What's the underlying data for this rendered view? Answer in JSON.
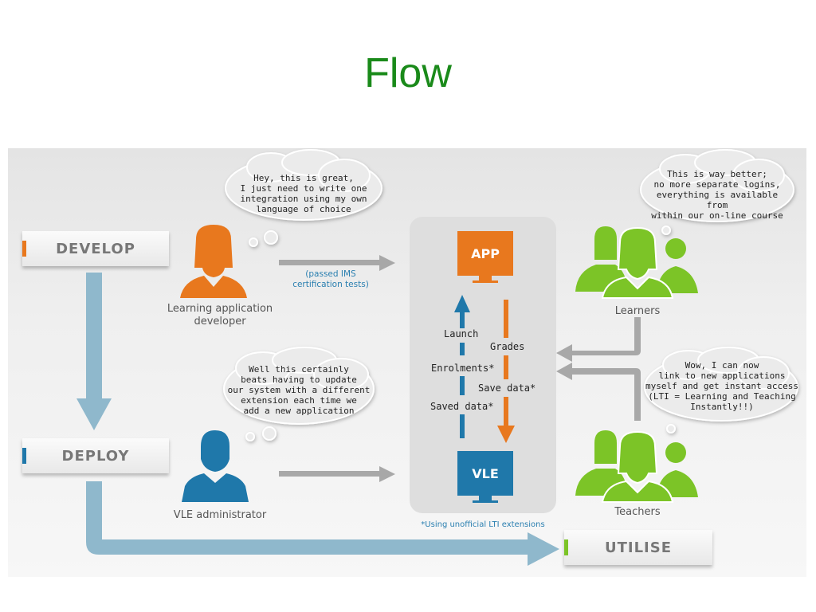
{
  "title": "Flow",
  "stages": {
    "develop": "DEVELOP",
    "deploy": "DEPLOY",
    "utilise": "UTILISE"
  },
  "people": {
    "developer": "Learning application developer",
    "developer_line1": "Learning application",
    "developer_line2": "developer",
    "admin": "VLE administrator",
    "learners": "Learners",
    "teachers": "Teachers"
  },
  "clouds": {
    "developer": [
      "Hey, this is great,",
      "I just need to write one",
      "integration using my own",
      "language of choice"
    ],
    "admin": [
      "Well this certainly",
      "beats having to update",
      "our system with a different",
      "extension each time we",
      "add a new application"
    ],
    "learners": [
      "This is way better;",
      "no more separate logins,",
      "everything is available from",
      "within our on-line course"
    ],
    "teachers": [
      "Wow, I can now",
      "link to new applications",
      "myself and get instant access",
      "(LTI = Learning and Teaching",
      "Instantly!!)"
    ]
  },
  "notes": {
    "ims_line1": "(passed IMS",
    "ims_line2": "certification tests)",
    "footnote": "*Using unofficial LTI extensions"
  },
  "systems": {
    "app": "APP",
    "vle": "VLE"
  },
  "flows": {
    "launch": "Launch",
    "enrolments": "Enrolments*",
    "saved_data": "Saved data*",
    "grades": "Grades",
    "save_data": "Save data*"
  },
  "colors": {
    "title": "#1a8a1a",
    "orange": "#e8781e",
    "blue": "#1f78aa",
    "green": "#7cc427",
    "flow_arrow": "#8fb8cc",
    "gray_arrow": "#a8a8a8"
  }
}
